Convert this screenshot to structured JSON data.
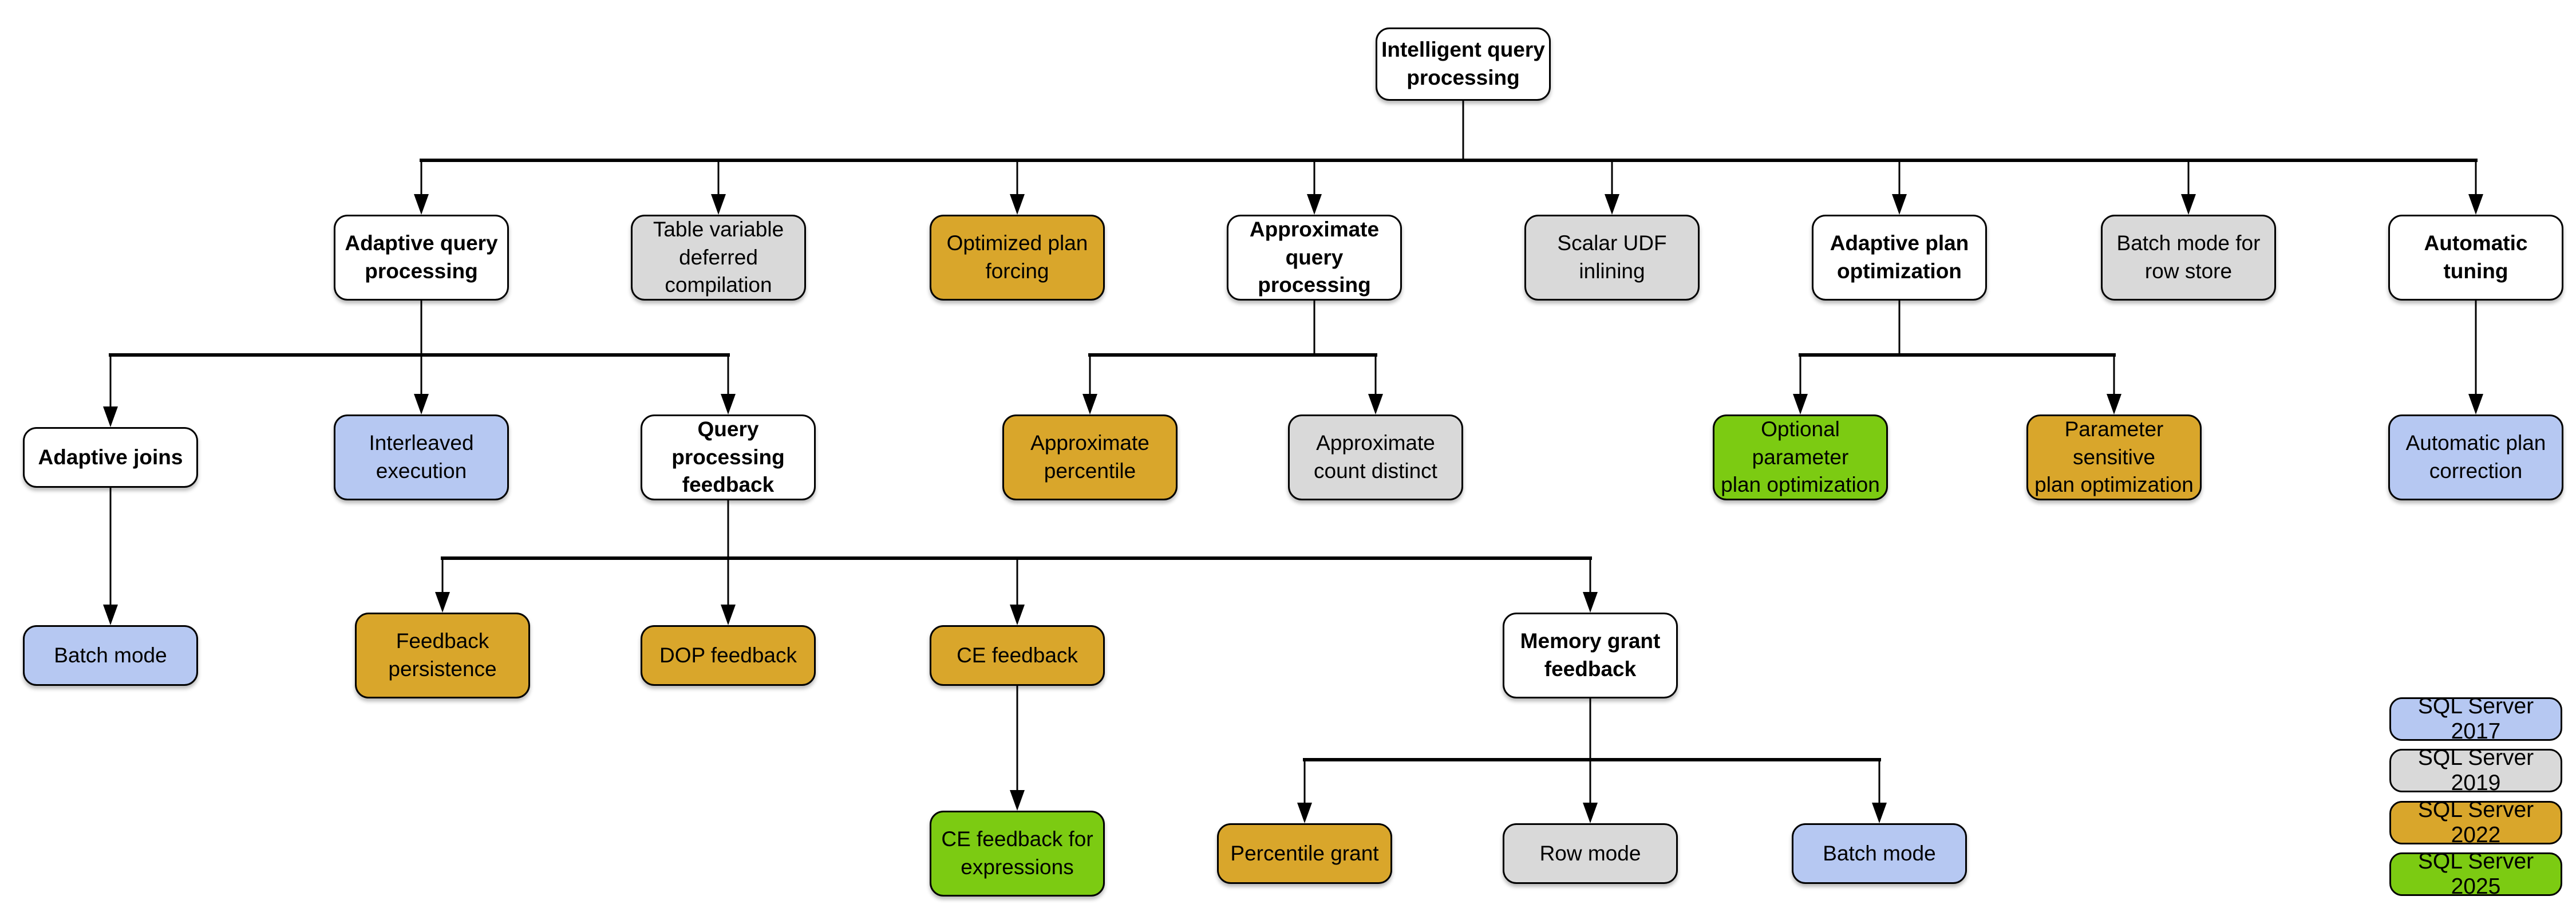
{
  "diagram": {
    "colors": {
      "group": "#ffffff",
      "sql2017": "#b6c8f2",
      "sql2019": "#d9d9d9",
      "sql2022": "#d9a62b",
      "sql2025": "#7ccb12"
    },
    "nodes": [
      {
        "id": "intelligent-query-processing",
        "label": "Intelligent query\nprocessing",
        "category": "group"
      },
      {
        "id": "adaptive-query-processing",
        "label": "Adaptive query\nprocessing",
        "category": "group"
      },
      {
        "id": "table-variable-deferred-compilation",
        "label": "Table variable\ndeferred compilation",
        "category": "sql2019"
      },
      {
        "id": "optimized-plan-forcing",
        "label": "Optimized plan\nforcing",
        "category": "sql2022"
      },
      {
        "id": "approximate-query-processing",
        "label": "Approximate\nquery processing",
        "category": "group"
      },
      {
        "id": "scalar-udf-inlining",
        "label": "Scalar UDF\ninlining",
        "category": "sql2019"
      },
      {
        "id": "adaptive-plan-optimization",
        "label": "Adaptive plan\noptimization",
        "category": "group"
      },
      {
        "id": "batch-mode-row-store",
        "label": "Batch mode for\nrow store",
        "category": "sql2019"
      },
      {
        "id": "automatic-tuning",
        "label": "Automatic\ntuning",
        "category": "group"
      },
      {
        "id": "adaptive-joins",
        "label": "Adaptive joins",
        "category": "group"
      },
      {
        "id": "interleaved-execution",
        "label": "Interleaved\nexecution",
        "category": "sql2017"
      },
      {
        "id": "query-processing-feedback",
        "label": "Query processing\nfeedback",
        "category": "group"
      },
      {
        "id": "approximate-percentile",
        "label": "Approximate\npercentile",
        "category": "sql2022"
      },
      {
        "id": "approximate-count-distinct",
        "label": "Approximate\ncount distinct",
        "category": "sql2019"
      },
      {
        "id": "optional-parameter-plan-optimization",
        "label": "Optional parameter\nplan optimization",
        "category": "sql2025"
      },
      {
        "id": "parameter-sensitive-plan-optimization",
        "label": "Parameter sensitive\nplan optimization",
        "category": "sql2022"
      },
      {
        "id": "automatic-plan-correction",
        "label": "Automatic plan\ncorrection",
        "category": "sql2017"
      },
      {
        "id": "batch-mode-adaptive-joins",
        "label": "Batch mode",
        "category": "sql2017"
      },
      {
        "id": "feedback-persistence",
        "label": "Feedback\npersistence",
        "category": "sql2022"
      },
      {
        "id": "dop-feedback",
        "label": "DOP feedback",
        "category": "sql2022"
      },
      {
        "id": "ce-feedback",
        "label": "CE feedback",
        "category": "sql2022"
      },
      {
        "id": "memory-grant-feedback",
        "label": "Memory grant\nfeedback",
        "category": "group"
      },
      {
        "id": "ce-feedback-for-expressions",
        "label": "CE feedback for\nexpressions",
        "category": "sql2025"
      },
      {
        "id": "percentile-grant",
        "label": "Percentile grant",
        "category": "sql2022"
      },
      {
        "id": "row-mode",
        "label": "Row mode",
        "category": "sql2019"
      },
      {
        "id": "batch-mode-memory-grant",
        "label": "Batch mode",
        "category": "sql2017"
      }
    ],
    "edges": [
      {
        "from": "intelligent-query-processing",
        "to": [
          "adaptive-query-processing",
          "table-variable-deferred-compilation",
          "optimized-plan-forcing",
          "approximate-query-processing",
          "scalar-udf-inlining",
          "adaptive-plan-optimization",
          "batch-mode-row-store",
          "automatic-tuning"
        ]
      },
      {
        "from": "adaptive-query-processing",
        "to": [
          "adaptive-joins",
          "interleaved-execution",
          "query-processing-feedback"
        ]
      },
      {
        "from": "approximate-query-processing",
        "to": [
          "approximate-percentile",
          "approximate-count-distinct"
        ]
      },
      {
        "from": "adaptive-plan-optimization",
        "to": [
          "optional-parameter-plan-optimization",
          "parameter-sensitive-plan-optimization"
        ]
      },
      {
        "from": "automatic-tuning",
        "to": [
          "automatic-plan-correction"
        ]
      },
      {
        "from": "adaptive-joins",
        "to": [
          "batch-mode-adaptive-joins"
        ]
      },
      {
        "from": "query-processing-feedback",
        "to": [
          "feedback-persistence",
          "dop-feedback",
          "ce-feedback",
          "memory-grant-feedback"
        ]
      },
      {
        "from": "ce-feedback",
        "to": [
          "ce-feedback-for-expressions"
        ]
      },
      {
        "from": "memory-grant-feedback",
        "to": [
          "percentile-grant",
          "row-mode",
          "batch-mode-memory-grant"
        ]
      }
    ]
  },
  "legend": {
    "items": [
      {
        "label": "SQL Server 2017",
        "category": "sql2017"
      },
      {
        "label": "SQL Server 2019",
        "category": "sql2019"
      },
      {
        "label": "SQL Server 2022",
        "category": "sql2022"
      },
      {
        "label": "SQL Server 2025",
        "category": "sql2025"
      }
    ]
  }
}
